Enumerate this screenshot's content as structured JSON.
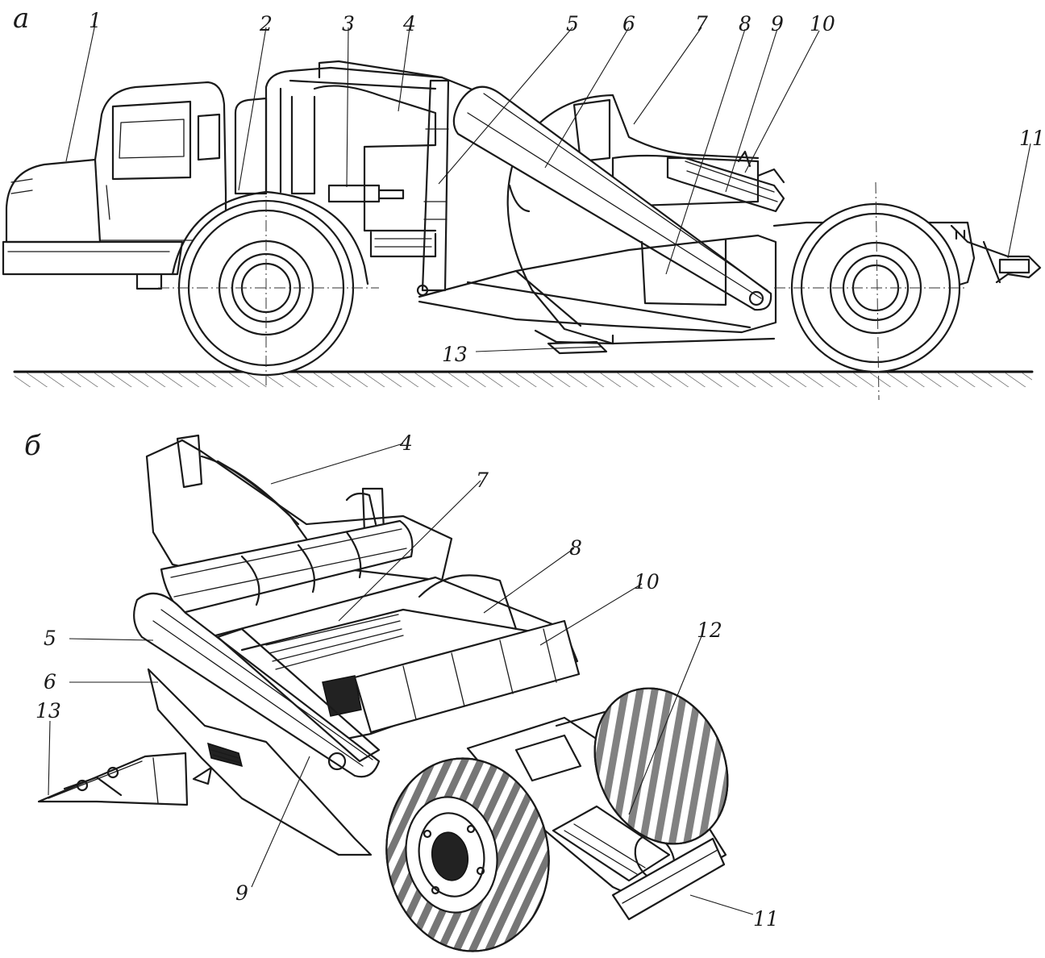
{
  "panels": {
    "side_view": {
      "label": "а"
    },
    "perspective_view": {
      "label": "б"
    }
  },
  "callouts_a": [
    "1",
    "2",
    "3",
    "4",
    "5",
    "6",
    "7",
    "8",
    "9",
    "10",
    "11",
    "13"
  ],
  "callouts_b": [
    "4",
    "7",
    "8",
    "10",
    "12",
    "5",
    "6",
    "13",
    "9",
    "11"
  ],
  "colors": {
    "ink": "#1a1a1a",
    "paper": "#ffffff"
  }
}
